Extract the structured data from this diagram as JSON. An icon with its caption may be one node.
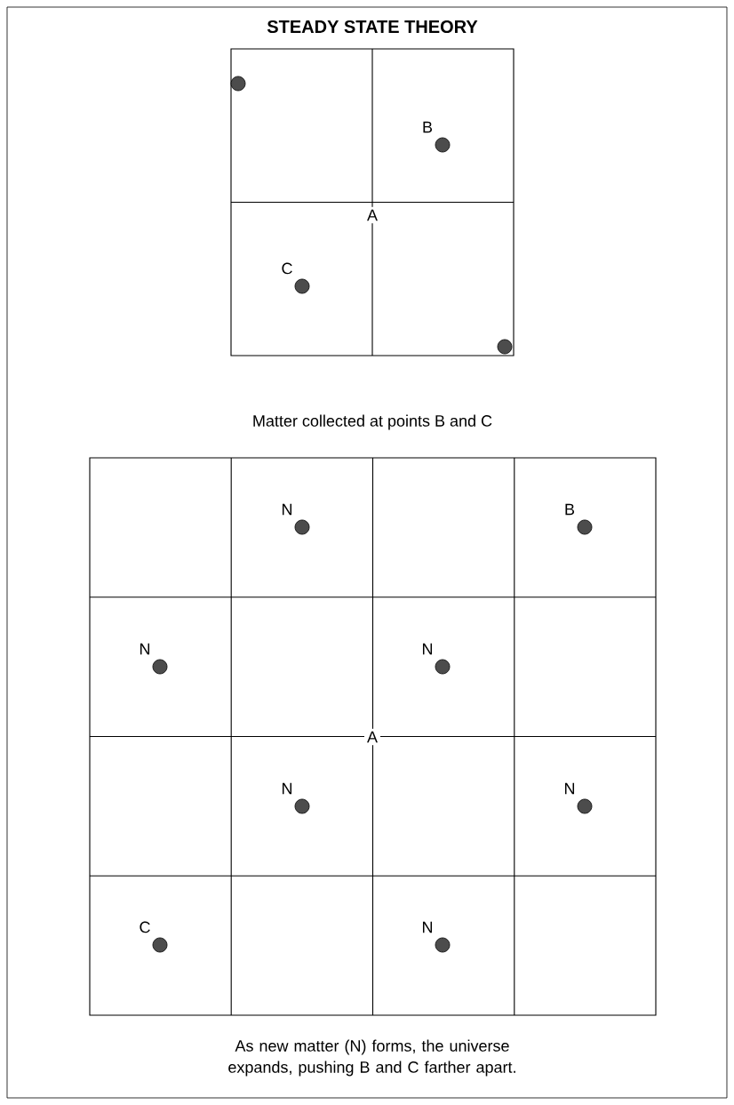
{
  "diagram": {
    "title": "STEADY STATE THEORY",
    "nodes": [
      {
        "text": [],
        "shape": "circle"
      },
      {
        "text": [],
        "shape": "circle",
        "beside": [
          "B"
        ]
      },
      {
        "text": [],
        "shape": "circle",
        "beside": [
          "C"
        ]
      },
      {
        "text": [],
        "shape": "circle"
      },
      {
        "text": [],
        "shape": "circle",
        "beside": [
          "N"
        ]
      },
      {
        "text": [],
        "shape": "circle",
        "beside": [
          "B"
        ]
      },
      {
        "text": [],
        "shape": "circle",
        "beside": [
          "N"
        ]
      },
      {
        "text": [],
        "shape": "circle",
        "beside": [
          "N"
        ]
      },
      {
        "text": [],
        "shape": "circle",
        "beside": [
          "N"
        ]
      },
      {
        "text": [],
        "shape": "circle",
        "beside": [
          "N"
        ]
      },
      {
        "text": [],
        "shape": "circle",
        "beside": [
          "C"
        ]
      },
      {
        "text": [],
        "shape": "circle",
        "beside": [
          "N"
        ]
      }
    ],
    "edges": [],
    "labels": [
      "A",
      "Matter collected at points B and C",
      "A",
      "As new matter (N) forms, the universe expands, pushing B and C farther apart."
    ]
  }
}
